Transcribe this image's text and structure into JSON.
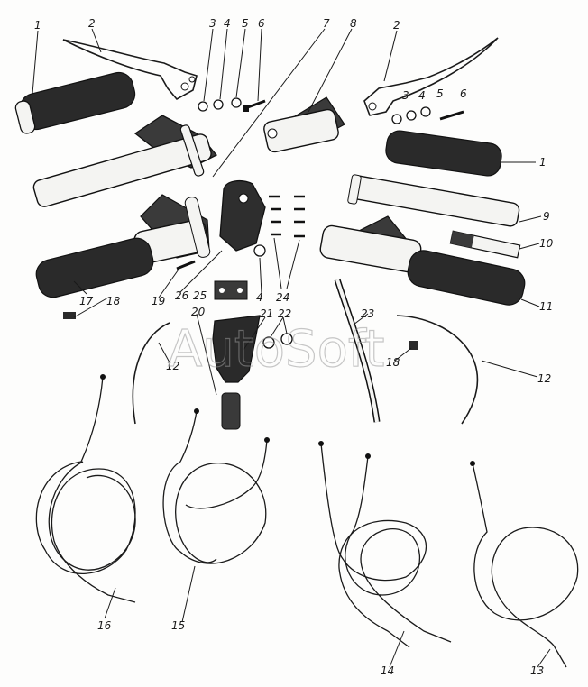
{
  "watermark": "AutoSoft",
  "callouts": [
    {
      "id": "c1a",
      "text": "1"
    },
    {
      "id": "c2a",
      "text": "2"
    },
    {
      "id": "c3a",
      "text": "3"
    },
    {
      "id": "c4a",
      "text": "4"
    },
    {
      "id": "c5a",
      "text": "5"
    },
    {
      "id": "c6a",
      "text": "6"
    },
    {
      "id": "c7",
      "text": "7"
    },
    {
      "id": "c8",
      "text": "8"
    },
    {
      "id": "c2b",
      "text": "2"
    },
    {
      "id": "c3b",
      "text": "3"
    },
    {
      "id": "c4b",
      "text": "4"
    },
    {
      "id": "c5b",
      "text": "5"
    },
    {
      "id": "c6b",
      "text": "6"
    },
    {
      "id": "c1b",
      "text": "1"
    },
    {
      "id": "c9",
      "text": "9"
    },
    {
      "id": "c10",
      "text": "10"
    },
    {
      "id": "c11",
      "text": "11"
    },
    {
      "id": "c17",
      "text": "17"
    },
    {
      "id": "c18a",
      "text": "18"
    },
    {
      "id": "c19",
      "text": "19"
    },
    {
      "id": "c26",
      "text": "26"
    },
    {
      "id": "c25",
      "text": "25"
    },
    {
      "id": "c4c",
      "text": "4"
    },
    {
      "id": "c24",
      "text": "24"
    },
    {
      "id": "c20",
      "text": "20"
    },
    {
      "id": "c21",
      "text": "21"
    },
    {
      "id": "c22",
      "text": "22"
    },
    {
      "id": "c23",
      "text": "23"
    },
    {
      "id": "c12a",
      "text": "12"
    },
    {
      "id": "c18b",
      "text": "18"
    },
    {
      "id": "c12b",
      "text": "12"
    },
    {
      "id": "c16",
      "text": "16"
    },
    {
      "id": "c15",
      "text": "15"
    },
    {
      "id": "c14",
      "text": "14"
    },
    {
      "id": "c13",
      "text": "13"
    }
  ]
}
